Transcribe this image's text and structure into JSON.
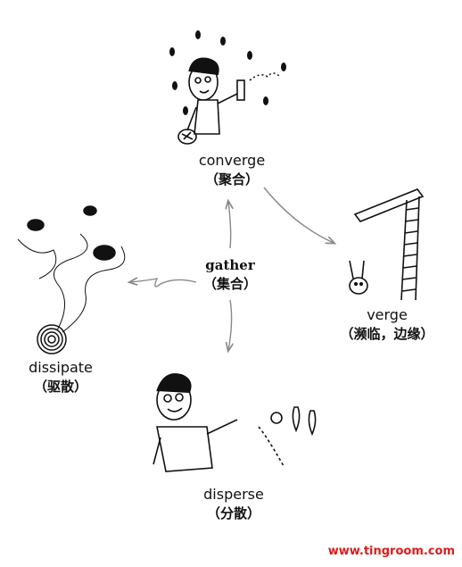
{
  "center": {
    "word": "gather",
    "meaning": "（集合）"
  },
  "nodes": {
    "converge": {
      "word": "converge",
      "meaning": "（聚合）"
    },
    "verge": {
      "word": "verge",
      "meaning": "（濒临，边缘）"
    },
    "dissipate": {
      "word": "dissipate",
      "meaning": "（驱散）"
    },
    "disperse": {
      "word": "disperse",
      "meaning": "（分散）"
    }
  },
  "watermark": "www.tingroom.com"
}
